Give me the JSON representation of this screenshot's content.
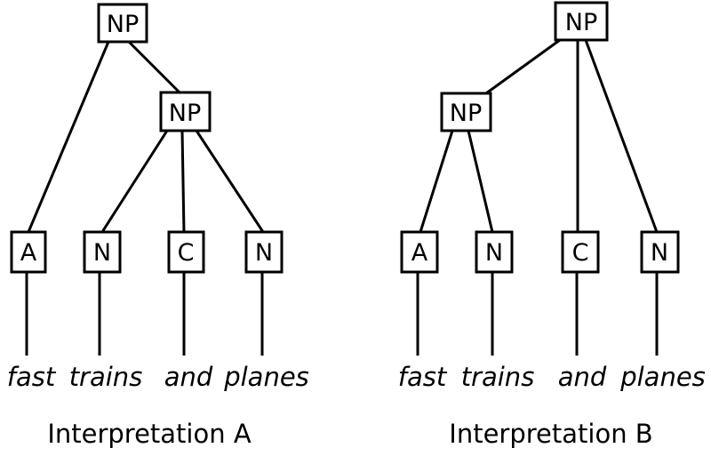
{
  "colors": {
    "background": "#ffffff",
    "line": "#000000",
    "text": "#000000"
  },
  "sentence_words": [
    "fast",
    "trains",
    "and",
    "planes"
  ],
  "trees": [
    {
      "caption": "Interpretation A",
      "root": {
        "label": "NP"
      },
      "inner": {
        "label": "NP"
      },
      "leaves": [
        {
          "label": "A",
          "word": "fast"
        },
        {
          "label": "N",
          "word": "trains"
        },
        {
          "label": "C",
          "word": "and"
        },
        {
          "label": "N",
          "word": "planes"
        }
      ],
      "edges": [
        "root->leaf0",
        "root->inner",
        "inner->leaf1",
        "inner->leaf2",
        "inner->leaf3"
      ]
    },
    {
      "caption": "Interpretation B",
      "root": {
        "label": "NP"
      },
      "inner": {
        "label": "NP"
      },
      "leaves": [
        {
          "label": "A",
          "word": "fast"
        },
        {
          "label": "N",
          "word": "trains"
        },
        {
          "label": "C",
          "word": "and"
        },
        {
          "label": "N",
          "word": "planes"
        }
      ],
      "edges": [
        "root->inner",
        "root->leaf2",
        "root->leaf3",
        "inner->leaf0",
        "inner->leaf1"
      ]
    }
  ]
}
